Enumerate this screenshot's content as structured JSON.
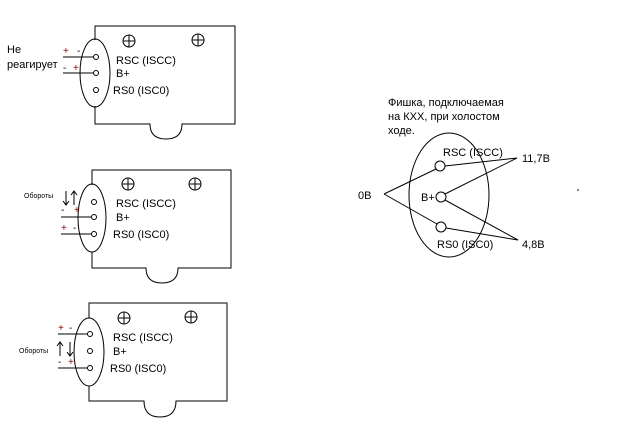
{
  "connectors": [
    {
      "side_label_lines": [
        "Не",
        "реагирует"
      ],
      "pins": [
        "RSC (ISCC)",
        "B+",
        "RS0 (ISC0)"
      ],
      "signs_top": [
        "+",
        "-"
      ],
      "signs_bottom": [
        "-",
        "+"
      ],
      "arrows": null
    },
    {
      "side_label_lines": [
        "Обороты"
      ],
      "pins": [
        "RSC (ISCC)",
        "B+",
        "RS0 (ISC0)"
      ],
      "signs_top": [
        "-",
        "+"
      ],
      "signs_bottom": [
        "+",
        "-"
      ],
      "arrows": [
        "down",
        "up"
      ]
    },
    {
      "side_label_lines": [
        "Обороты"
      ],
      "pins": [
        "RSC (ISCC)",
        "B+",
        "RS0 (ISC0)"
      ],
      "signs_top": [
        "+",
        "-"
      ],
      "signs_bottom": [
        "-",
        "+"
      ],
      "arrows": [
        "up",
        "down"
      ]
    }
  ],
  "idle_diagram": {
    "title_lines": [
      "Фишка, подключаемая",
      "на КХХ, при холостом",
      "ходе."
    ],
    "pins": [
      "RSC (ISCC)",
      "B+",
      "RS0 (ISC0)"
    ],
    "voltage_left": "0В",
    "voltage_top_right": "11,7В",
    "voltage_bottom_right": "4,8В"
  },
  "symbols": {
    "mount_hole": "⊕",
    "arrow_up": "↑",
    "arrow_down": "↓"
  },
  "colors": {
    "line": "#000000",
    "plus_sign": "#8b0000",
    "background": "#ffffff"
  }
}
